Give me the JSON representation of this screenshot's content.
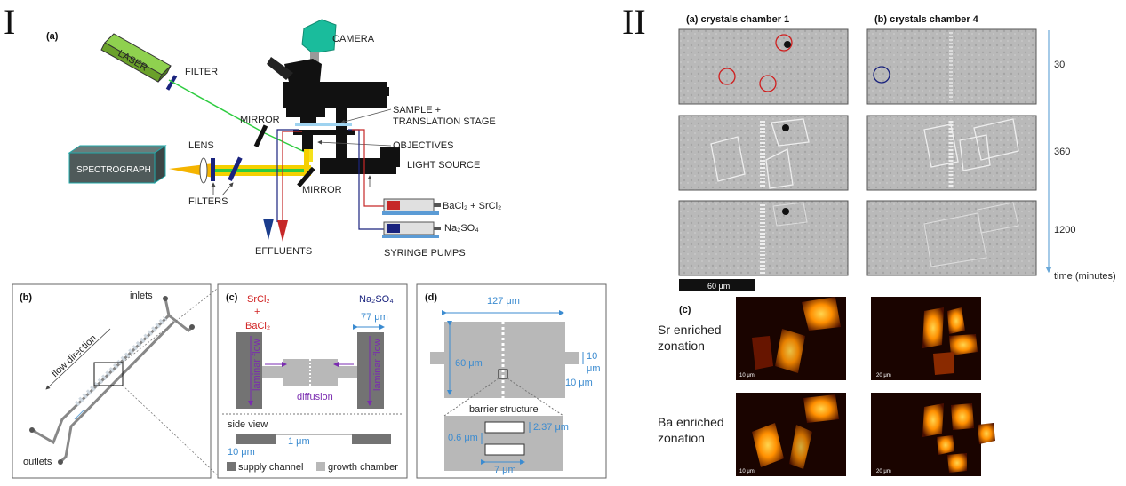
{
  "part_I": {
    "roman": "I",
    "panel_a": {
      "label": "(a)",
      "laser": "LASER",
      "filter": "FILTER",
      "camera": "CAMERA",
      "mirror_top": "MIRROR",
      "sample_1": "SAMPLE +",
      "sample_2": "TRANSLATION STAGE",
      "objectives": "OBJECTIVES",
      "light_source": "LIGHT SOURCE",
      "lens": "LENS",
      "spectrograph": "SPECTROGRAPH",
      "filters": "FILTERS",
      "mirror_bottom": "MIRROR",
      "effluents": "EFFLUENTS",
      "syringe_pumps": "SYRINGE PUMPS",
      "bacl2_srcl2": "BaCl₂ + SrCl₂",
      "na2so4": "Na₂SO₄"
    },
    "panel_b": {
      "label": "(b)",
      "inlets": "inlets",
      "outlets": "outlets",
      "flow_direction": "flow  direction"
    },
    "panel_c": {
      "label": "(c)",
      "srcl2": "SrCl₂",
      "plus": "+",
      "bacl2": "BaCl₂",
      "na2so4": "Na₂SO₄",
      "width": "77 μm",
      "laminar_flow": "laminar flow",
      "diffusion": "diffusion",
      "side_view": "side view",
      "depth_10": "10 μm",
      "depth_1": "1 μm",
      "legend_supply": "supply channel",
      "legend_growth": "growth chamber"
    },
    "panel_d": {
      "label": "(d)",
      "width_127": "127 μm",
      "height_60": "60 μm",
      "inlet_10a": "10",
      "inlet_10b": "μm",
      "inlet_10c": "10 μm",
      "barrier": "barrier structure",
      "gap_06": "0.6 μm",
      "height_237": "2.37 μm",
      "width_7": "7 μm"
    }
  },
  "part_II": {
    "roman": "II",
    "col_a": "(a) crystals chamber 1",
    "col_b": "(b) crystals chamber 4",
    "times": [
      "30",
      "360",
      "1200"
    ],
    "time_axis": "time (minutes)",
    "scale_bar": "60 μm",
    "panel_c": "(c)",
    "sr_1": "Sr enriched",
    "sr_2": "zonation",
    "ba_1": "Ba enriched",
    "ba_2": "zonation",
    "scale_10a": "10 μm",
    "scale_20a": "20 μm",
    "scale_10b": "10 μm",
    "scale_20b": "20 μm"
  },
  "colors": {
    "laser_green": "#2ecc40",
    "beam_yellow": "#f5b400",
    "bacl2_red": "#c62828",
    "na2so4_navy": "#1a237e",
    "dimension_blue": "#3b8bd0",
    "camera_teal": "#1abc9c"
  }
}
